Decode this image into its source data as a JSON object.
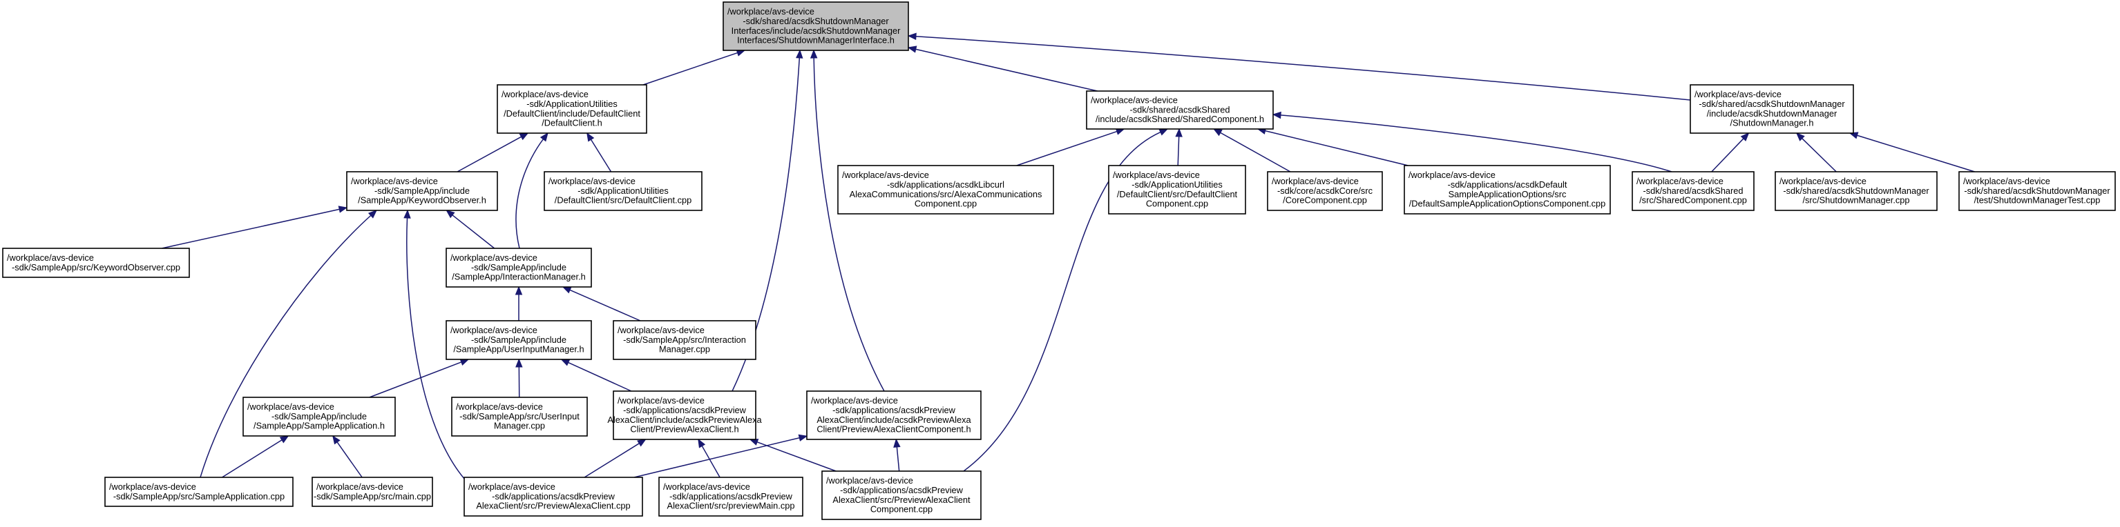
{
  "graph": {
    "edge_color": "#191970",
    "root_fill": "#bfbfbf",
    "nodes": [
      {
        "id": "shutdown_iface",
        "root": true,
        "lines": [
          "/workplace/avs-device",
          "-sdk/shared/acsdkShutdownManager",
          "Interfaces/include/acsdkShutdownManager",
          "Interfaces/ShutdownManagerInterface.h"
        ]
      },
      {
        "id": "defaultclient_h",
        "lines": [
          "/workplace/avs-device",
          "-sdk/ApplicationUtilities",
          "/DefaultClient/include/DefaultClient",
          "/DefaultClient.h"
        ]
      },
      {
        "id": "shared_component_h",
        "lines": [
          "/workplace/avs-device",
          "-sdk/shared/acsdkShared",
          "/include/acsdkShared/SharedComponent.h"
        ]
      },
      {
        "id": "shutdown_manager_h",
        "lines": [
          "/workplace/avs-device",
          "-sdk/shared/acsdkShutdownManager",
          "/include/acsdkShutdownManager",
          "/ShutdownManager.h"
        ]
      },
      {
        "id": "keyword_observer_h",
        "lines": [
          "/workplace/avs-device",
          "-sdk/SampleApp/include",
          "/SampleApp/KeywordObserver.h"
        ]
      },
      {
        "id": "defaultclient_cpp",
        "lines": [
          "/workplace/avs-device",
          "-sdk/ApplicationUtilities",
          "/DefaultClient/src/DefaultClient.cpp"
        ]
      },
      {
        "id": "libcurl_alexa_comm_cpp",
        "lines": [
          "/workplace/avs-device",
          "-sdk/applications/acsdkLibcurl",
          "AlexaCommunications/src/AlexaCommunications",
          "Component.cpp"
        ]
      },
      {
        "id": "defaultclient_component_cpp",
        "lines": [
          "/workplace/avs-device",
          "-sdk/ApplicationUtilities",
          "/DefaultClient/src/DefaultClient",
          "Component.cpp"
        ]
      },
      {
        "id": "core_component_cpp",
        "lines": [
          "/workplace/avs-device",
          "-sdk/core/acsdkCore/src",
          "/CoreComponent.cpp"
        ]
      },
      {
        "id": "default_sample_options_cpp",
        "lines": [
          "/workplace/avs-device",
          "-sdk/applications/acsdkDefault",
          "SampleApplicationOptions/src",
          "/DefaultSampleApplicationOptionsComponent.cpp"
        ]
      },
      {
        "id": "shared_component_cpp",
        "lines": [
          "/workplace/avs-device",
          "-sdk/shared/acsdkShared",
          "/src/SharedComponent.cpp"
        ]
      },
      {
        "id": "shutdown_manager_cpp",
        "lines": [
          "/workplace/avs-device",
          "-sdk/shared/acsdkShutdownManager",
          "/src/ShutdownManager.cpp"
        ]
      },
      {
        "id": "shutdown_manager_test_cpp",
        "lines": [
          "/workplace/avs-device",
          "-sdk/shared/acsdkShutdownManager",
          "/test/ShutdownManagerTest.cpp"
        ]
      },
      {
        "id": "keyword_observer_cpp",
        "lines": [
          "/workplace/avs-device",
          "-sdk/SampleApp/src/KeywordObserver.cpp"
        ]
      },
      {
        "id": "interaction_manager_h",
        "lines": [
          "/workplace/avs-device",
          "-sdk/SampleApp/include",
          "/SampleApp/InteractionManager.h"
        ]
      },
      {
        "id": "interaction_manager_cpp",
        "lines": [
          "/workplace/avs-device",
          "-sdk/SampleApp/src/Interaction",
          "Manager.cpp"
        ]
      },
      {
        "id": "user_input_manager_h",
        "lines": [
          "/workplace/avs-device",
          "-sdk/SampleApp/include",
          "/SampleApp/UserInputManager.h"
        ]
      },
      {
        "id": "sample_application_h",
        "lines": [
          "/workplace/avs-device",
          "-sdk/SampleApp/include",
          "/SampleApp/SampleApplication.h"
        ]
      },
      {
        "id": "user_input_manager_cpp",
        "lines": [
          "/workplace/avs-device",
          "-sdk/SampleApp/src/UserInput",
          "Manager.cpp"
        ]
      },
      {
        "id": "preview_alexa_client_h",
        "lines": [
          "/workplace/avs-device",
          "-sdk/applications/acsdkPreview",
          "AlexaClient/include/acsdkPreviewAlexa",
          "Client/PreviewAlexaClient.h"
        ]
      },
      {
        "id": "preview_alexa_client_component_h",
        "lines": [
          "/workplace/avs-device",
          "-sdk/applications/acsdkPreview",
          "AlexaClient/include/acsdkPreviewAlexa",
          "Client/PreviewAlexaClientComponent.h"
        ]
      },
      {
        "id": "sample_application_cpp",
        "lines": [
          "/workplace/avs-device",
          "-sdk/SampleApp/src/SampleApplication.cpp"
        ]
      },
      {
        "id": "main_cpp",
        "lines": [
          "/workplace/avs-device",
          "-sdk/SampleApp/src/main.cpp"
        ]
      },
      {
        "id": "preview_alexa_client_cpp",
        "lines": [
          "/workplace/avs-device",
          "-sdk/applications/acsdkPreview",
          "AlexaClient/src/PreviewAlexaClient.cpp"
        ]
      },
      {
        "id": "preview_main_cpp",
        "lines": [
          "/workplace/avs-device",
          "-sdk/applications/acsdkPreview",
          "AlexaClient/src/previewMain.cpp"
        ]
      },
      {
        "id": "preview_alexa_client_component_cpp",
        "lines": [
          "/workplace/avs-device",
          "-sdk/applications/acsdkPreview",
          "AlexaClient/src/PreviewAlexaClient",
          "Component.cpp"
        ]
      }
    ],
    "edges": [
      {
        "from": "defaultclient_h",
        "to": "shutdown_iface"
      },
      {
        "from": "shared_component_h",
        "to": "shutdown_iface"
      },
      {
        "from": "shutdown_manager_h",
        "to": "shutdown_iface"
      },
      {
        "from": "preview_alexa_client_h",
        "to": "shutdown_iface"
      },
      {
        "from": "preview_alexa_client_component_h",
        "to": "shutdown_iface"
      },
      {
        "from": "keyword_observer_h",
        "to": "defaultclient_h"
      },
      {
        "from": "defaultclient_cpp",
        "to": "defaultclient_h"
      },
      {
        "from": "interaction_manager_h",
        "to": "defaultclient_h"
      },
      {
        "from": "libcurl_alexa_comm_cpp",
        "to": "shared_component_h"
      },
      {
        "from": "defaultclient_component_cpp",
        "to": "shared_component_h"
      },
      {
        "from": "core_component_cpp",
        "to": "shared_component_h"
      },
      {
        "from": "default_sample_options_cpp",
        "to": "shared_component_h"
      },
      {
        "from": "shared_component_cpp",
        "to": "shared_component_h"
      },
      {
        "from": "preview_alexa_client_component_cpp",
        "to": "shared_component_h"
      },
      {
        "from": "shared_component_cpp",
        "to": "shutdown_manager_h"
      },
      {
        "from": "shutdown_manager_cpp",
        "to": "shutdown_manager_h"
      },
      {
        "from": "shutdown_manager_test_cpp",
        "to": "shutdown_manager_h"
      },
      {
        "from": "keyword_observer_cpp",
        "to": "keyword_observer_h"
      },
      {
        "from": "interaction_manager_h",
        "to": "keyword_observer_h"
      },
      {
        "from": "sample_application_cpp",
        "to": "keyword_observer_h"
      },
      {
        "from": "preview_alexa_client_cpp",
        "to": "keyword_observer_h"
      },
      {
        "from": "user_input_manager_h",
        "to": "interaction_manager_h"
      },
      {
        "from": "interaction_manager_cpp",
        "to": "interaction_manager_h"
      },
      {
        "from": "sample_application_h",
        "to": "user_input_manager_h"
      },
      {
        "from": "user_input_manager_cpp",
        "to": "user_input_manager_h"
      },
      {
        "from": "preview_alexa_client_h",
        "to": "user_input_manager_h"
      },
      {
        "from": "sample_application_cpp",
        "to": "sample_application_h"
      },
      {
        "from": "main_cpp",
        "to": "sample_application_h"
      },
      {
        "from": "preview_alexa_client_cpp",
        "to": "preview_alexa_client_h"
      },
      {
        "from": "preview_main_cpp",
        "to": "preview_alexa_client_h"
      },
      {
        "from": "preview_alexa_client_component_cpp",
        "to": "preview_alexa_client_h"
      },
      {
        "from": "preview_alexa_client_cpp",
        "to": "preview_alexa_client_component_h"
      },
      {
        "from": "preview_alexa_client_component_cpp",
        "to": "preview_alexa_client_component_h"
      }
    ]
  }
}
